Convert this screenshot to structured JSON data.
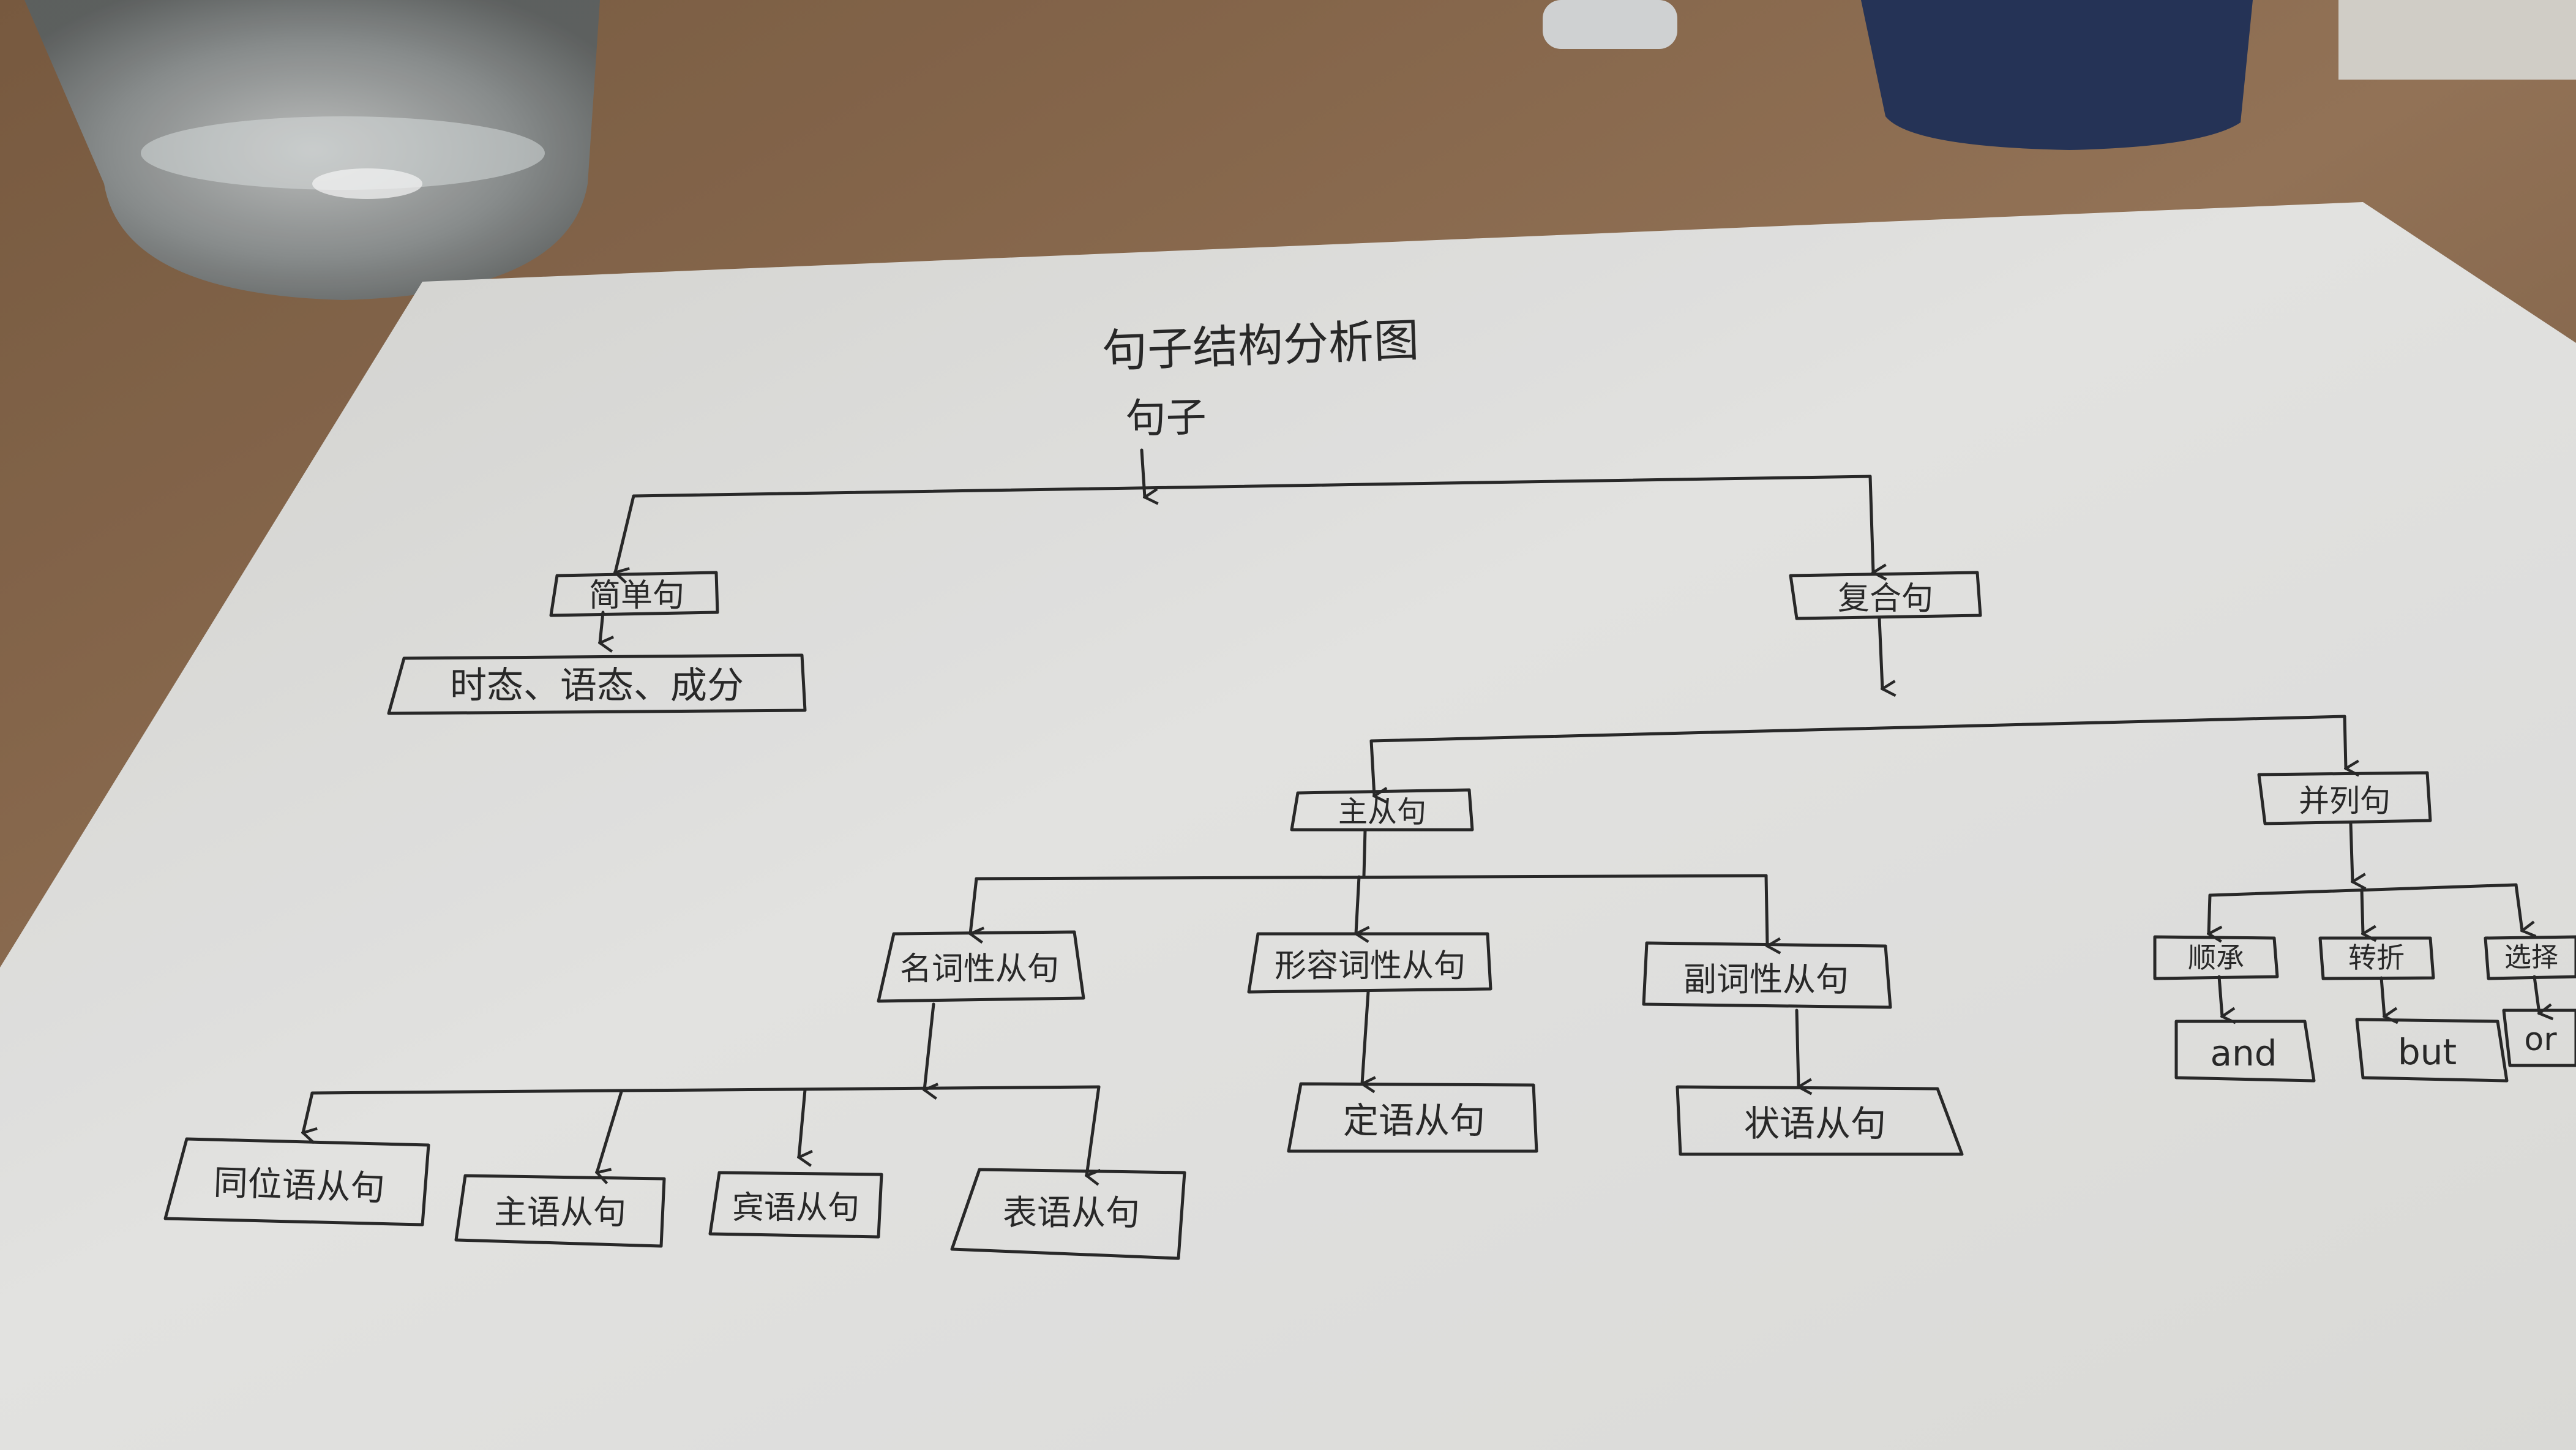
{
  "diagram": {
    "title": "句子结构分析图",
    "root": "句子",
    "nodes": {
      "simple": "简单句",
      "simple_detail": "时态、语态、成分",
      "compound": "复合句",
      "complex": "主从句",
      "coordinate": "并列句",
      "noun_clause": "名词性从句",
      "adj_clause": "形容词性从句",
      "adv_clause": "副词性从句",
      "appositive": "同位语从句",
      "subject": "主语从句",
      "object": "宾语从句",
      "predicative": "表语从句",
      "attributive": "定语从句",
      "adverbial": "状语从句",
      "sequence": "顺承",
      "contrast": "转折",
      "choice": "选择",
      "and": "and",
      "but": "but",
      "or": "or"
    }
  },
  "colors": {
    "desk": "#8a6a4e",
    "paper": "#e4e4e0",
    "ink": "#2a2a2a"
  }
}
